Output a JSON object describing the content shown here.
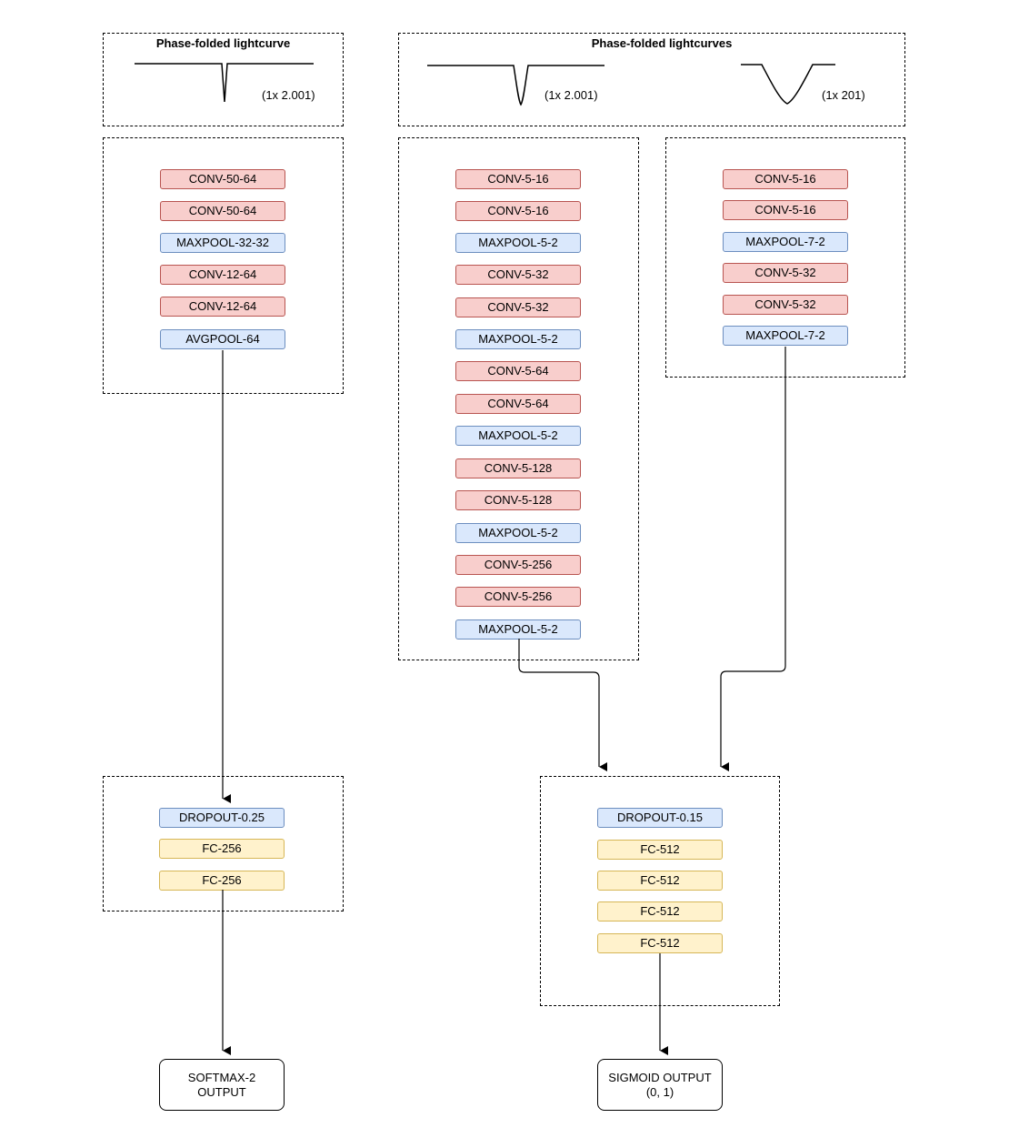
{
  "headers": {
    "left_title": "Phase-folded lightcurve",
    "left_dim": "(1x 2.001)",
    "right_title": "Phase-folded lightcurves",
    "right_dim_global": "(1x 2.001)",
    "right_dim_local": "(1x 201)"
  },
  "left_column": {
    "conv_block": [
      {
        "label": "CONV-50-64",
        "kind": "conv"
      },
      {
        "label": "CONV-50-64",
        "kind": "conv"
      },
      {
        "label": "MAXPOOL-32-32",
        "kind": "pool"
      },
      {
        "label": "CONV-12-64",
        "kind": "conv"
      },
      {
        "label": "CONV-12-64",
        "kind": "conv"
      },
      {
        "label": "AVGPOOL-64",
        "kind": "pool"
      }
    ],
    "fc_block": [
      {
        "label": "DROPOUT-0.25",
        "kind": "drop"
      },
      {
        "label": "FC-256",
        "kind": "fc"
      },
      {
        "label": "FC-256",
        "kind": "fc"
      }
    ],
    "output": "SOFTMAX-2\nOUTPUT"
  },
  "global_column": {
    "conv_block": [
      {
        "label": "CONV-5-16",
        "kind": "conv"
      },
      {
        "label": "CONV-5-16",
        "kind": "conv"
      },
      {
        "label": "MAXPOOL-5-2",
        "kind": "pool"
      },
      {
        "label": "CONV-5-32",
        "kind": "conv"
      },
      {
        "label": "CONV-5-32",
        "kind": "conv"
      },
      {
        "label": "MAXPOOL-5-2",
        "kind": "pool"
      },
      {
        "label": "CONV-5-64",
        "kind": "conv"
      },
      {
        "label": "CONV-5-64",
        "kind": "conv"
      },
      {
        "label": "MAXPOOL-5-2",
        "kind": "pool"
      },
      {
        "label": "CONV-5-128",
        "kind": "conv"
      },
      {
        "label": "CONV-5-128",
        "kind": "conv"
      },
      {
        "label": "MAXPOOL-5-2",
        "kind": "pool"
      },
      {
        "label": "CONV-5-256",
        "kind": "conv"
      },
      {
        "label": "CONV-5-256",
        "kind": "conv"
      },
      {
        "label": "MAXPOOL-5-2",
        "kind": "pool"
      }
    ]
  },
  "local_column": {
    "conv_block": [
      {
        "label": "CONV-5-16",
        "kind": "conv"
      },
      {
        "label": "CONV-5-16",
        "kind": "conv"
      },
      {
        "label": "MAXPOOL-7-2",
        "kind": "pool"
      },
      {
        "label": "CONV-5-32",
        "kind": "conv"
      },
      {
        "label": "CONV-5-32",
        "kind": "conv"
      },
      {
        "label": "MAXPOOL-7-2",
        "kind": "pool"
      }
    ]
  },
  "right_fc": {
    "fc_block": [
      {
        "label": "DROPOUT-0.15",
        "kind": "drop"
      },
      {
        "label": "FC-512",
        "kind": "fc"
      },
      {
        "label": "FC-512",
        "kind": "fc"
      },
      {
        "label": "FC-512",
        "kind": "fc"
      },
      {
        "label": "FC-512",
        "kind": "fc"
      }
    ],
    "output": "SIGMOID OUTPUT\n(0, 1)"
  },
  "colors": {
    "conv_fill": "#f8cecc",
    "conv_border": "#b85450",
    "pool_fill": "#dae8fc",
    "pool_border": "#6c8ebf",
    "fc_fill": "#fff2cc",
    "fc_border": "#d6b656"
  }
}
